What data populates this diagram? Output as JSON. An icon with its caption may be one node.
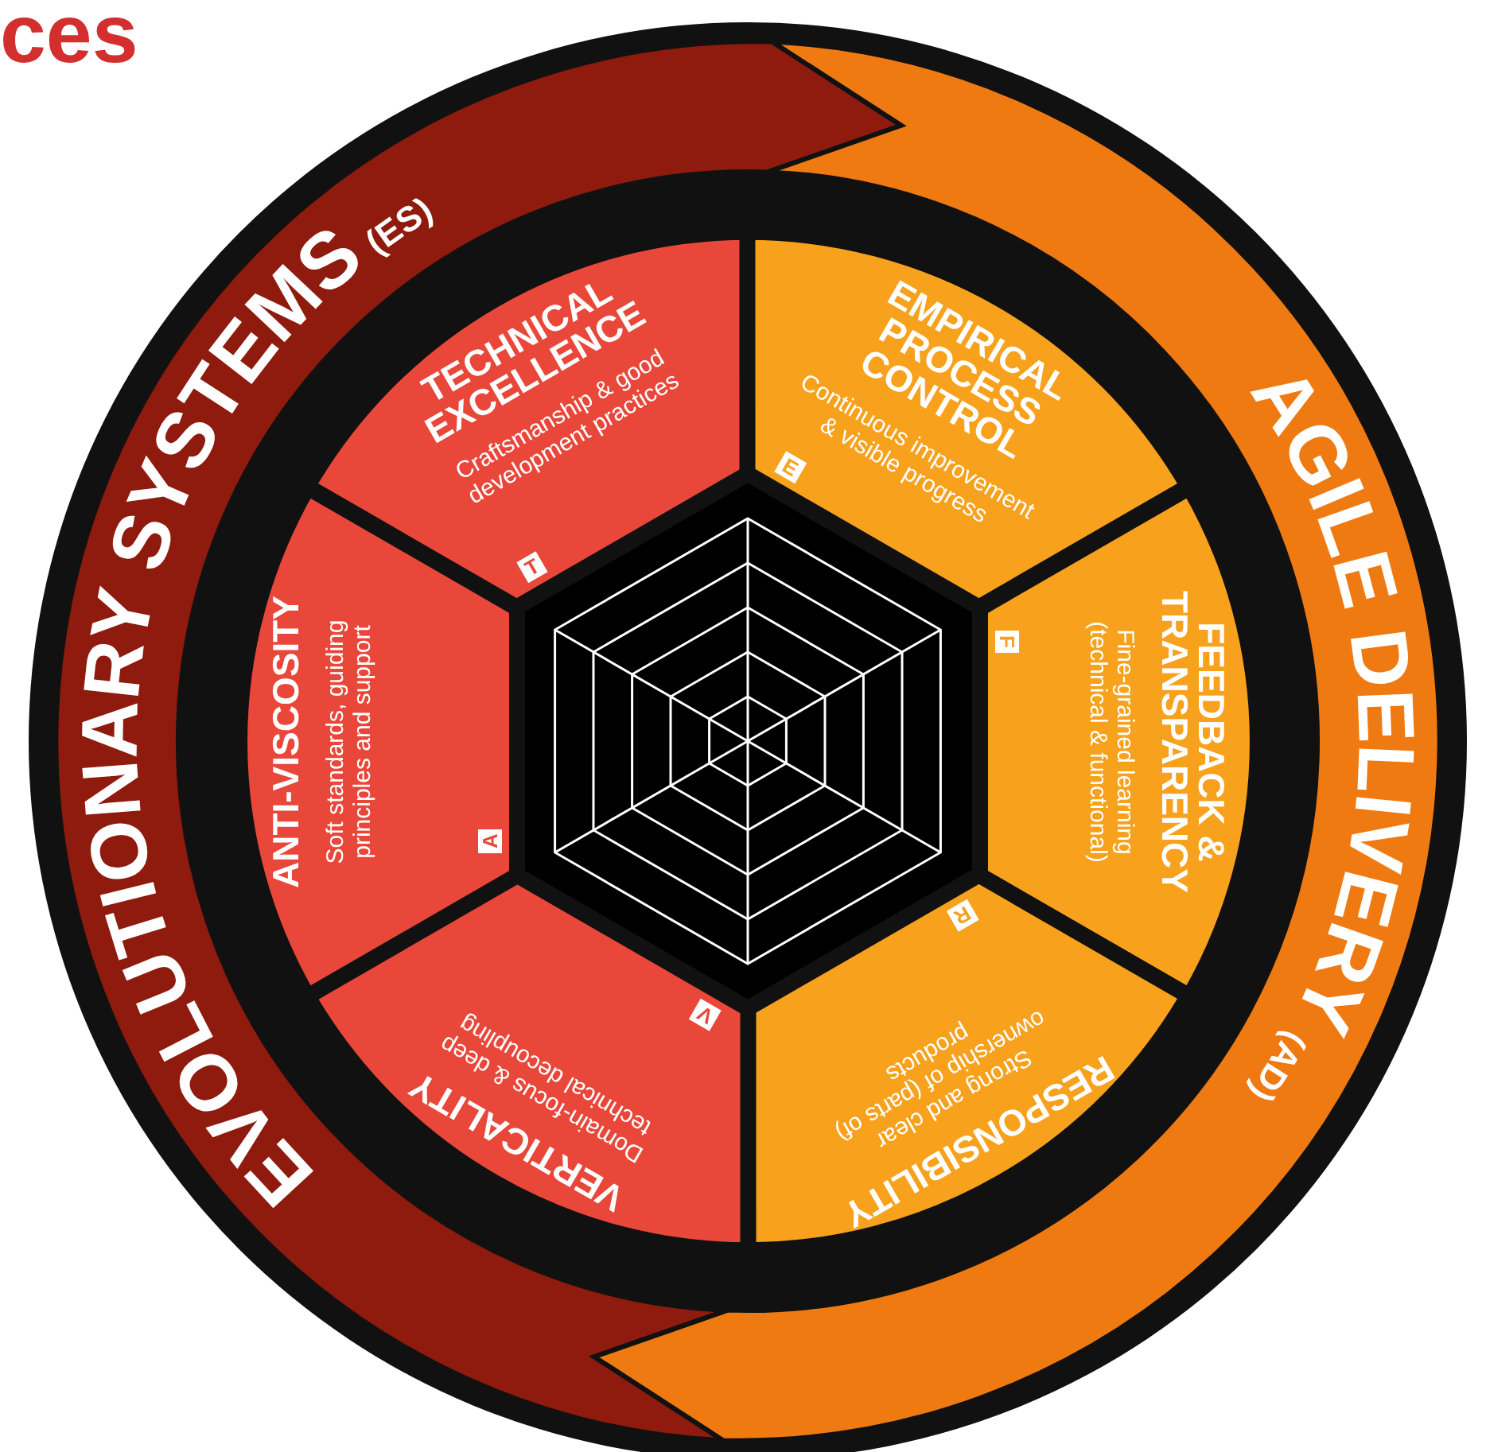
{
  "diagram": {
    "title": "ces",
    "nodes": [
      {
        "text": [
          "EVOLUTIONARY SYSTEMS",
          "(ES)"
        ]
      },
      {
        "text": [
          "AGILE DELIVERY",
          "(AD)"
        ]
      },
      {
        "text": [
          "TECHNICAL EXCELLENCE",
          "Craftsmanship & good development practices",
          "T"
        ]
      },
      {
        "text": [
          "EMPIRICAL PROCESS CONTROL",
          "Continuous improvement & visible progress",
          "E"
        ]
      },
      {
        "text": [
          "FEEDBACK & TRANSPARENCY",
          "Fine-grained learning (technical & functional)",
          "F"
        ]
      },
      {
        "text": [
          "RESPONSIBILITY",
          "Strong and clear ownership of (parts of) products",
          "R"
        ]
      },
      {
        "text": [
          "VERTICALITY",
          "Domain-focus & deep technical decoupling",
          "V"
        ]
      },
      {
        "text": [
          "ANTI-VISCOSITY",
          "Soft standards, guiding principles and support",
          "A"
        ]
      }
    ]
  }
}
